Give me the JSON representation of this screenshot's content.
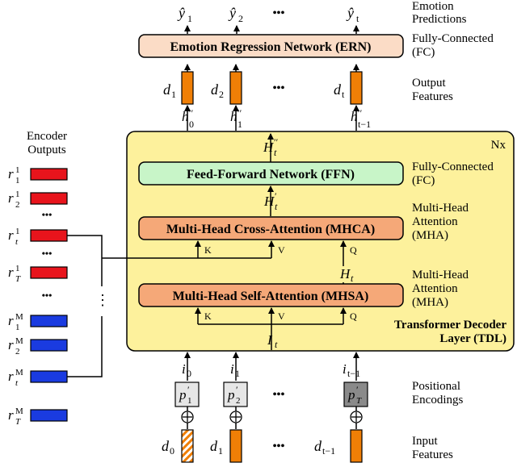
{
  "diagram": {
    "outputs": {
      "predictions": [
        "ŷ₁",
        "ŷ₂",
        "ŷₜ"
      ],
      "prediction_letter": "ŷ",
      "prediction_subs": [
        "1",
        "2",
        "t"
      ],
      "dots": "•••",
      "label_line1": "Emotion",
      "label_line2": "Predictions"
    },
    "ern": {
      "title": "Emotion Regression Network (ERN)",
      "side_line1": "Fully-Connected",
      "side_line2": "(FC)"
    },
    "output_features": {
      "letter": "d",
      "subs": [
        "1",
        "2",
        "t"
      ],
      "label_line1": "Output",
      "label_line2": "Features",
      "h_letter": "h",
      "h_subs": [
        "0",
        "1",
        "t−1"
      ],
      "h_sup": "′′"
    },
    "tdl": {
      "nx": "Nx",
      "label_line1": "Transformer Decoder",
      "label_line2": "Layer (TDL)",
      "ffn": "Feed-Forward Network (FFN)",
      "ffn_side_line1": "Fully-Connected",
      "ffn_side_line2": "(FC)",
      "mhca": "Multi-Head Cross-Attention (MHCA)",
      "mhca_side_line1": "Multi-Head",
      "mhca_side_line2": "Attention",
      "mhca_side_line3": "(MHA)",
      "mhsa": "Multi-Head Self-Attention (MHSA)",
      "mhsa_side_line1": "Multi-Head",
      "mhsa_side_line2": "Attention",
      "mhsa_side_line3": "(MHA)",
      "H_letter": "H",
      "I_letter": "I",
      "t_sub": "t",
      "sup_dprime": "′′",
      "sup_prime": "′",
      "K": "K",
      "V": "V",
      "Q": "Q"
    },
    "encoder": {
      "label_line1": "Encoder",
      "label_line2": "Outputs",
      "r_letter": "r",
      "rows": [
        {
          "sup": "1",
          "sub": "1",
          "color": "#e8141c"
        },
        {
          "sup": "1",
          "sub": "2",
          "color": "#e8141c"
        },
        {
          "sup": "1",
          "sub": "t",
          "color": "#e8141c"
        },
        {
          "sup": "1",
          "sub": "T",
          "color": "#e8141c"
        },
        {
          "sup": "M",
          "sub": "1",
          "color": "#1a3be0"
        },
        {
          "sup": "M",
          "sub": "2",
          "color": "#1a3be0"
        },
        {
          "sup": "M",
          "sub": "t",
          "color": "#1a3be0"
        },
        {
          "sup": "M",
          "sub": "T",
          "color": "#1a3be0"
        }
      ],
      "dots": "•••",
      "vdots": "⋮"
    },
    "inputs": {
      "i_letter": "i",
      "i_subs": [
        "0",
        "1",
        "t−1"
      ],
      "p_letter": "p",
      "p_subs": [
        "1",
        "2",
        "T"
      ],
      "p_prime": "′",
      "pos_label_line1": "Positional",
      "pos_label_line2": "Encodings",
      "d_letter": "d",
      "d_subs": [
        "0",
        "1",
        "t−1"
      ],
      "input_label_line1": "Input",
      "input_label_line2": "Features",
      "dots": "•••"
    },
    "colors": {
      "ern_fill": "#fbdcc6",
      "tdl_fill": "#fdf19c",
      "ffn_fill": "#c8f5c8",
      "attn_fill": "#f5a878",
      "feature_orange": "#f07f06",
      "pos_light": "#e6e6e6",
      "pos_dark": "#8a8a8a"
    }
  }
}
